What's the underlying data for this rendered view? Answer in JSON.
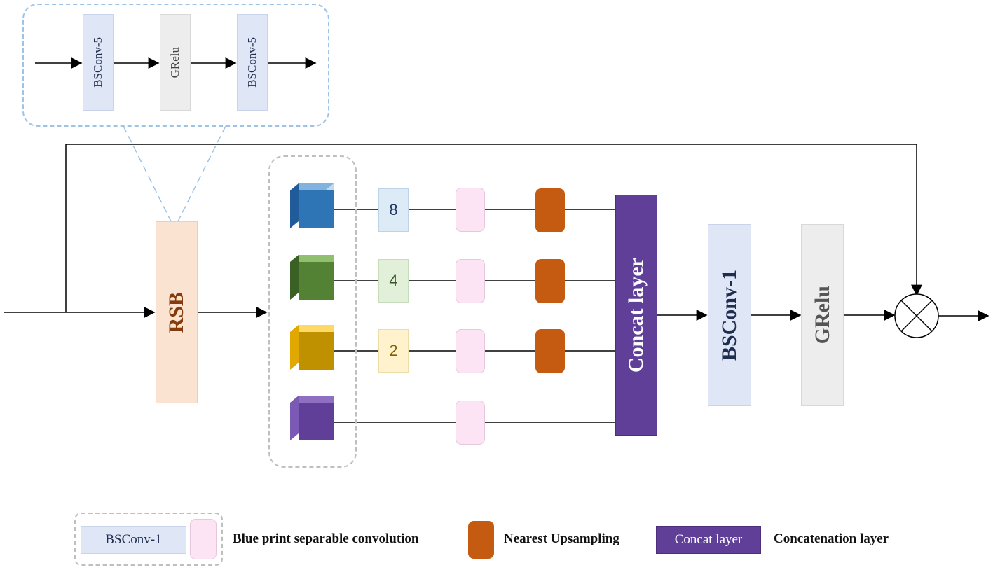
{
  "inset": {
    "block1": "BSConv-5",
    "block2": "GRelu",
    "block3": "BSConv-5"
  },
  "main": {
    "rsb": "RSB",
    "scale_labels": [
      "8",
      "4",
      "2"
    ],
    "concat": "Concat layer",
    "bsconv": "BSConv-1",
    "grelu": "GRelu"
  },
  "legend": {
    "bsconv_box": "BSConv-1",
    "bsconv_desc": "Blue print separable convolution",
    "upsampling_desc": "Nearest Upsampling",
    "concat_box": "Concat layer",
    "concat_desc": "Concatenation layer"
  },
  "colors": {
    "bsconv_fill": "#dfe6f6",
    "grelu_fill": "#ededed",
    "rsb_fill": "#fbe3d2",
    "rsb_text": "#843c0c",
    "pink_fill": "#fce4f5",
    "upsample_fill": "#c55a11",
    "concat_fill": "#5f3f97",
    "cube_blue": "#2e75b6",
    "cube_green": "#548235",
    "cube_gold": "#bf9000",
    "cube_purple": "#5f3f97",
    "dash_blue": "#9dc3e6",
    "dash_gray": "#bfbfbf"
  }
}
